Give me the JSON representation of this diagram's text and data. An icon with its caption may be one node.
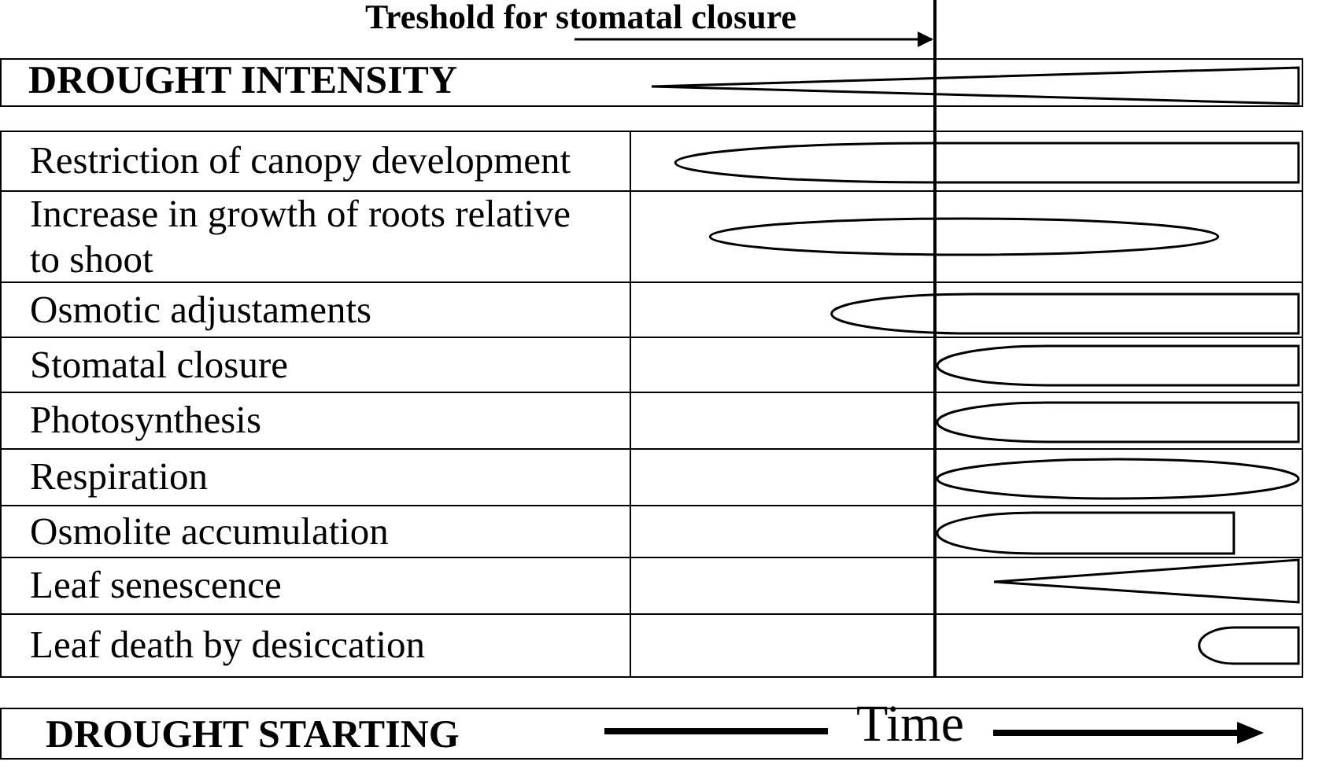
{
  "diagram": {
    "nodes": [
      {
        "text": [
          "DROUGHT INTENSITY"
        ]
      },
      {
        "text": [
          "Restriction of canopy development"
        ]
      },
      {
        "text": [
          "Increase in growth of roots relative to shoot"
        ]
      },
      {
        "text": [
          "Osmotic adjustaments"
        ]
      },
      {
        "text": [
          "Stomatal closure"
        ]
      },
      {
        "text": [
          "Photosynthesis"
        ]
      },
      {
        "text": [
          "Respiration"
        ]
      },
      {
        "text": [
          "Osmolite accumulation"
        ]
      },
      {
        "text": [
          "Leaf senescence"
        ]
      },
      {
        "text": [
          "Leaf death by desiccation"
        ]
      },
      {
        "text": [
          "DROUGHT STARTING",
          "Time"
        ]
      },
      {
        "text": [
          "Treshold for stomatal closure"
        ]
      },
      {
        "text": [],
        "shape": "line"
      },
      {
        "text": [],
        "shape": "wedge",
        "in": 0
      },
      {
        "text": [],
        "shape": "bar"
      },
      {
        "text": [],
        "shape": "ellipse"
      },
      {
        "text": [],
        "shape": "bar"
      },
      {
        "text": [],
        "shape": "bar"
      },
      {
        "text": [],
        "shape": "bar"
      },
      {
        "text": [],
        "shape": "ellipse"
      },
      {
        "text": [],
        "shape": "bar"
      },
      {
        "text": [],
        "shape": "wedge"
      },
      {
        "text": [],
        "shape": "bar"
      }
    ],
    "edges": [
      {
        "from": 11,
        "to": 12,
        "arrow": "to"
      }
    ]
  }
}
